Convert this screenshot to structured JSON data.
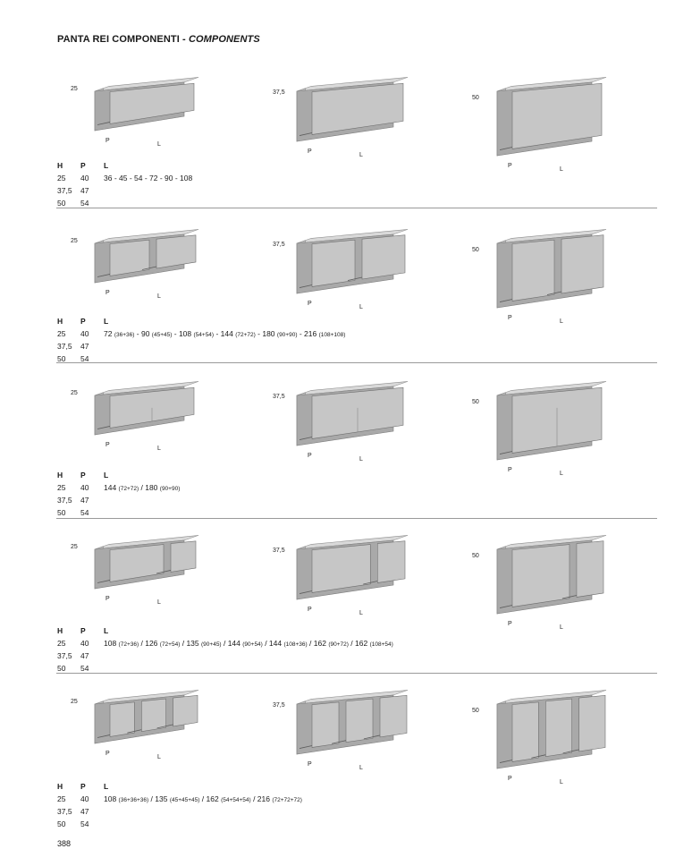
{
  "title": {
    "main": "PANTA REI COMPONENTI - ",
    "sub": "COMPONENTS"
  },
  "headers": {
    "h": "H",
    "p": "P",
    "l": "L"
  },
  "dim_labels": {
    "p": "P",
    "l": "L"
  },
  "heights": [
    "25",
    "37,5",
    "50"
  ],
  "depths": [
    "40",
    "47",
    "54"
  ],
  "sections": [
    {
      "lengths": [
        {
          "v": "36 - 45 - 54 - 72 - 90 - 108",
          "s": ""
        }
      ]
    },
    {
      "lengths": [
        {
          "v": "72 ",
          "s": "(36+36)"
        },
        {
          "v": " - 90 ",
          "s": "(45+45)"
        },
        {
          "v": " - 108 ",
          "s": "(54+54)"
        },
        {
          "v": " - 144 ",
          "s": "(72+72)"
        },
        {
          "v": " - 180 ",
          "s": "(90+90)"
        },
        {
          "v": " - 216 ",
          "s": "(108+108)"
        }
      ]
    },
    {
      "lengths": [
        {
          "v": "144 ",
          "s": "(72+72)"
        },
        {
          "v": " / 180 ",
          "s": "(90+90)"
        }
      ]
    },
    {
      "lengths": [
        {
          "v": "108 ",
          "s": "(72+36)"
        },
        {
          "v": " / 126 ",
          "s": "(72+54)"
        },
        {
          "v": " / 135 ",
          "s": "(90+45)"
        },
        {
          "v": " / 144 ",
          "s": "(90+54)"
        },
        {
          "v": " / 144 ",
          "s": "(108+36)"
        },
        {
          "v": " / 162 ",
          "s": "(90+72)"
        },
        {
          "v": " / 162 ",
          "s": "(108+54)"
        }
      ]
    },
    {
      "lengths": [
        {
          "v": "108 ",
          "s": "(36+36+36)"
        },
        {
          "v": " / 135 ",
          "s": "(45+45+45)"
        },
        {
          "v": " / 162 ",
          "s": "(54+54+54)"
        },
        {
          "v": " / 216 ",
          "s": "(72+72+72)"
        }
      ]
    }
  ],
  "page_number": "388"
}
